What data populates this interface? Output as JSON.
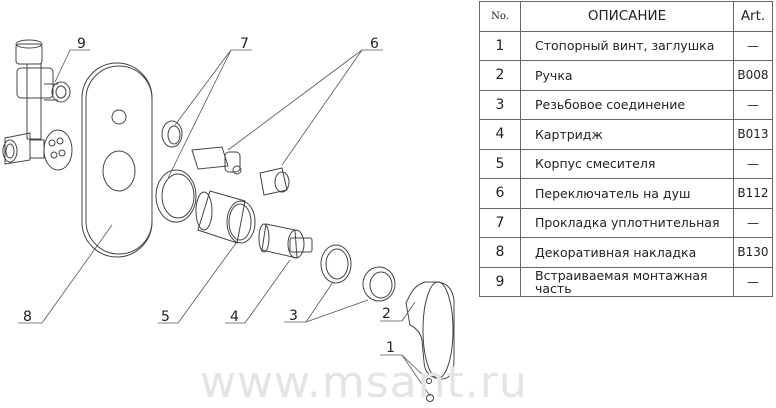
{
  "diagram": {
    "callouts": [
      "1",
      "2",
      "3",
      "4",
      "5",
      "6",
      "7",
      "8",
      "9"
    ],
    "watermark": "www.msant.ru"
  },
  "table": {
    "headers": {
      "no": "No.",
      "description": "ОПИСАНИЕ",
      "art": "Art."
    },
    "rows": [
      {
        "no": "1",
        "description": "Стопорный винт, заглушка",
        "art": "—"
      },
      {
        "no": "2",
        "description": "Ручка",
        "art": "B008"
      },
      {
        "no": "3",
        "description": "Резьбовое соединение",
        "art": "—"
      },
      {
        "no": "4",
        "description": "Картридж",
        "art": "B013"
      },
      {
        "no": "5",
        "description": "Корпус смесителя",
        "art": "—"
      },
      {
        "no": "6",
        "description": "Переключатель на душ",
        "art": "B112"
      },
      {
        "no": "7",
        "description": "Прокладка уплотнительная",
        "art": "—"
      },
      {
        "no": "8",
        "description": "Декоративная накладка",
        "art": "B130"
      },
      {
        "no": "9",
        "description": "Встраиваемая монтажная часть",
        "art": "—"
      }
    ]
  }
}
